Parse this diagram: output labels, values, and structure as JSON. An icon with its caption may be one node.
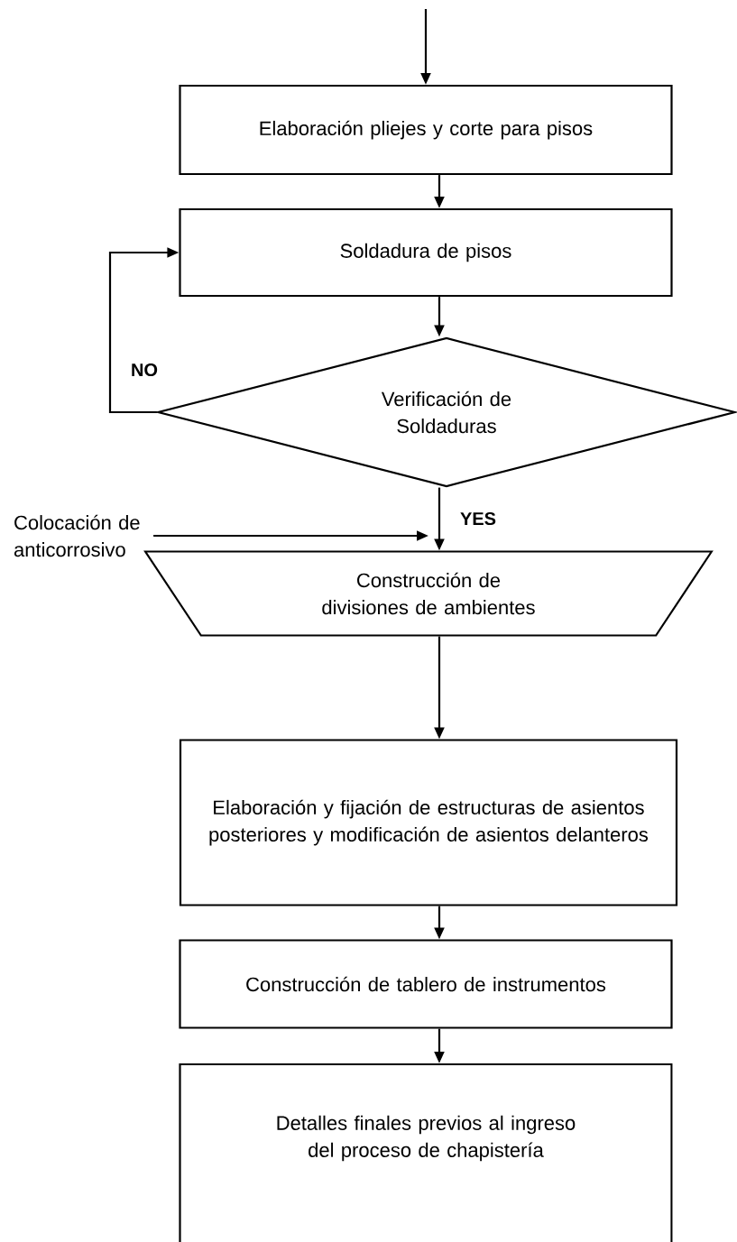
{
  "diagram": {
    "nodes": [
      {
        "text": [
          "Elaboración pliejes y corte para pisos"
        ]
      },
      {
        "text": [
          "Soldadura de pisos"
        ]
      },
      {
        "text": [
          "Verificación de Soldaduras"
        ]
      },
      {
        "text": [
          "Colocación de anticorrosivo"
        ]
      },
      {
        "text": [
          "Construcción de divisiones de ambientes"
        ]
      },
      {
        "text": [
          "Elaboración y fijación de estructuras de asientos posteriores y modificación de asientos delanteros"
        ]
      },
      {
        "text": [
          "Construcción de tablero de instrumentos"
        ]
      },
      {
        "text": [
          "Detalles finales previos al ingreso del proceso de chapistería"
        ]
      }
    ],
    "edges": [
      {
        "from": null,
        "to": 0,
        "arrow": "to"
      },
      {
        "from": 0,
        "to": 1,
        "arrow": "to"
      },
      {
        "from": 1,
        "to": 2,
        "arrow": "to"
      },
      {
        "from": 2,
        "to": 1,
        "arrow": "to",
        "label": "NO"
      },
      {
        "from": 2,
        "to": 4,
        "arrow": "to",
        "label": "YES"
      },
      {
        "from": 3,
        "to": 4,
        "arrow": "to"
      },
      {
        "from": 4,
        "to": 5,
        "arrow": "to"
      },
      {
        "from": 5,
        "to": 6,
        "arrow": "to"
      },
      {
        "from": 6,
        "to": 7,
        "arrow": "to"
      }
    ]
  }
}
